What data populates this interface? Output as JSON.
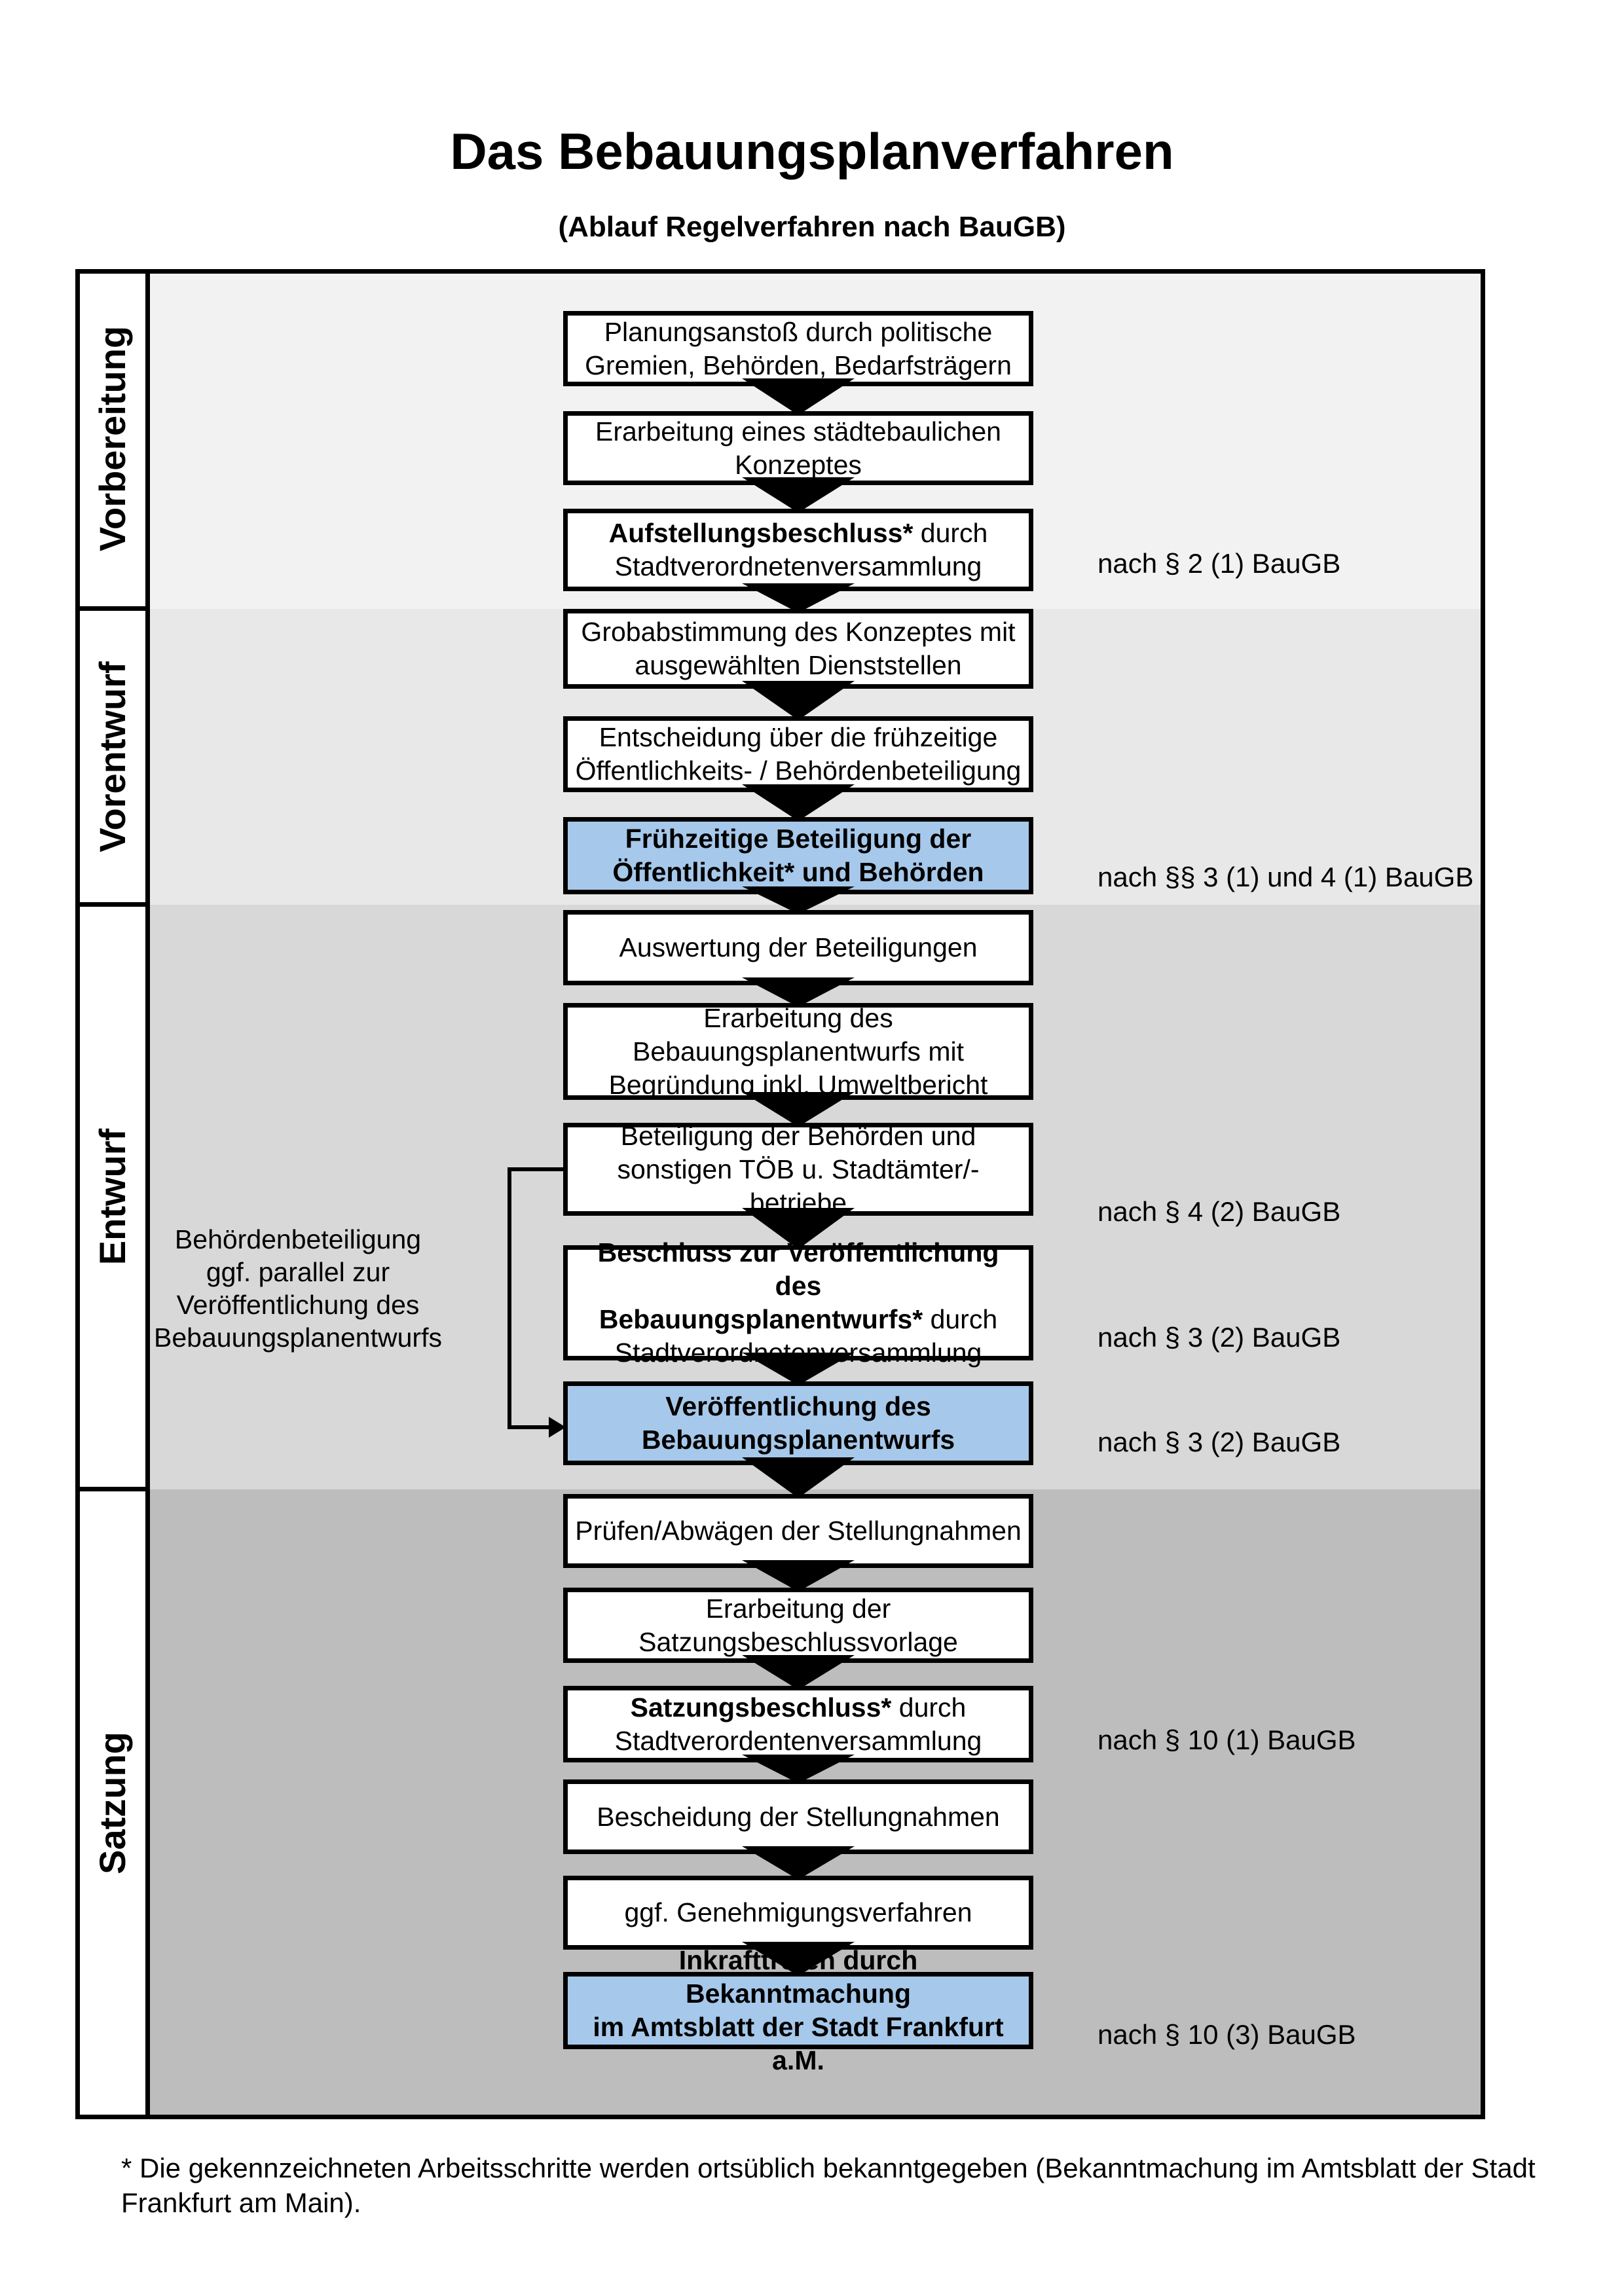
{
  "title": "Das Bebauungsplanverfahren",
  "subtitle": "(Ablauf Regelverfahren nach BauGB)",
  "colors": {
    "phase_vorbereitung_bg": "#f2f2f2",
    "phase_vorentwurf_bg": "#e8e8e8",
    "phase_entwurf_bg": "#d8d8d8",
    "phase_satzung_bg": "#bdbdbd",
    "highlight_box_bg": "#a6c8ea",
    "line_color": "#000000"
  },
  "phases": [
    {
      "label": "Vorbereitung"
    },
    {
      "label": "Vorentwurf"
    },
    {
      "label": "Entwurf"
    },
    {
      "label": "Satzung"
    }
  ],
  "flow": {
    "boxes": [
      {
        "bold": "",
        "rest": "Planungsanstoß durch politische\nGremien, Behörden, Bedarfsträgern",
        "highlighted": false
      },
      {
        "bold": "",
        "rest": "Erarbeitung eines städtebaulichen\nKonzeptes",
        "highlighted": false
      },
      {
        "bold": "Aufstellungsbeschluss*",
        "rest": " durch\nStadtverordnetenversammlung",
        "highlighted": false
      },
      {
        "bold": "",
        "rest": "Grobabstimmung des Konzeptes mit\nausgewählten Dienststellen",
        "highlighted": false
      },
      {
        "bold": "",
        "rest": "Entscheidung über die frühzeitige\nÖffentlichkeits- / Behördenbeteiligung",
        "highlighted": false
      },
      {
        "bold": "Frühzeitige Beteiligung der\nÖffentlichkeit* und Behörden",
        "rest": "",
        "highlighted": true
      },
      {
        "bold": "",
        "rest": "Auswertung der Beteiligungen",
        "highlighted": false
      },
      {
        "bold": "",
        "rest": "Erarbeitung des\nBebauungsplanentwurfs mit\nBegründung inkl. Umweltbericht",
        "highlighted": false
      },
      {
        "bold": "",
        "rest": "Beteiligung der Behörden und\nsonstigen TÖB u. Stadtämter/-betriebe",
        "highlighted": false
      },
      {
        "bold": "Beschluss zur Veröffentlichung des\nBebauungsplanentwurfs*",
        "rest": " durch\nStadtverordnetenversammlung",
        "highlighted": false
      },
      {
        "bold": "Veröffentlichung des\nBebauungsplanentwurfs",
        "rest": "",
        "highlighted": true
      },
      {
        "bold": "",
        "rest": "Prüfen/Abwägen der Stellungnahmen",
        "highlighted": false
      },
      {
        "bold": "",
        "rest": "Erarbeitung der\nSatzungsbeschlussvorlage",
        "highlighted": false
      },
      {
        "bold": "Satzungsbeschluss*",
        "rest": " durch\nStadtverordentenversammlung",
        "highlighted": false
      },
      {
        "bold": "",
        "rest": "Bescheidung der Stellungnahmen",
        "highlighted": false
      },
      {
        "bold": "",
        "rest": "ggf. Genehmigungsverfahren",
        "highlighted": false
      },
      {
        "bold": "Inkrafttreten",
        "rest": " durch Bekanntmachung\nim Amtsblatt der Stadt Frankfurt a.M.",
        "highlighted": true
      }
    ]
  },
  "notes": [
    {
      "text": "nach § 2 (1) BauGB"
    },
    {
      "text": "nach §§ 3 (1) und 4 (1) BauGB"
    },
    {
      "text": "nach § 4 (2) BauGB"
    },
    {
      "text": "nach § 3 (2) BauGB"
    },
    {
      "text": "nach § 3 (2) BauGB"
    },
    {
      "text": "nach § 10 (1) BauGB"
    },
    {
      "text": "nach § 10 (3) BauGB"
    }
  ],
  "side_annotation": {
    "text": "Behördenbeteiligung\nggf. parallel zur\nVeröffentlichung des\nBebauungsplanentwurfs"
  },
  "footnote": "* Die gekennzeichneten Arbeitsschritte werden ortsüblich bekanntgegeben (Bekanntmachung im Amtsblatt  der Stadt\nFrankfurt am Main)."
}
